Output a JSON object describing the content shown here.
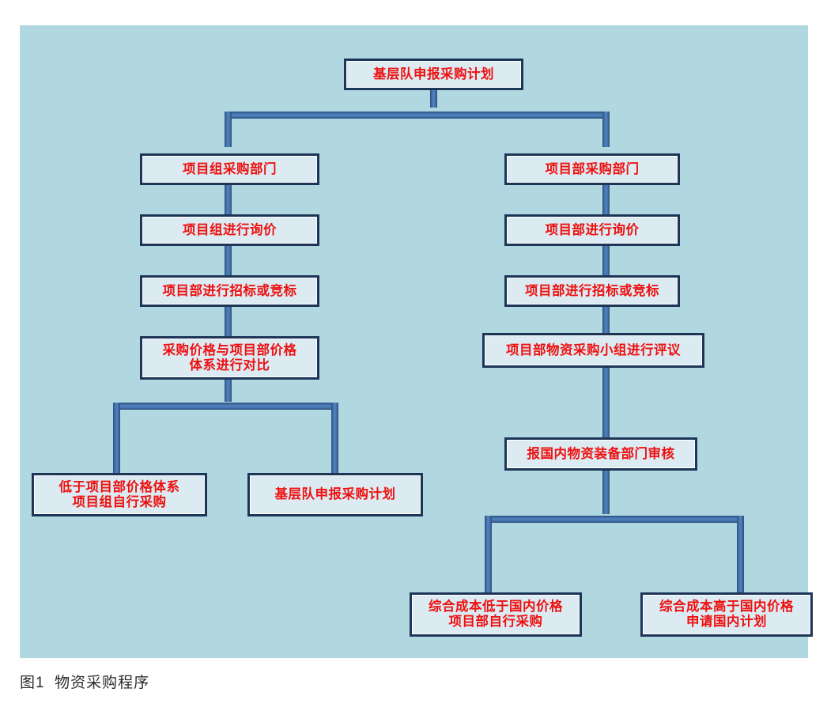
{
  "figure": {
    "caption": "图1  物资采购程序",
    "canvas_bg": "#b1d8e1",
    "node_fill": "#dcebf2",
    "node_border": "#1d3557",
    "node_text_color": "#ee1111",
    "connector_color": "#3f6fad"
  },
  "nodes": {
    "start": {
      "text": "基层队申报采购计划"
    },
    "left": {
      "n1": {
        "text": "项目组采购部门"
      },
      "n2": {
        "text": "项目组进行询价"
      },
      "n3": {
        "text": "项目部进行招标或竞标"
      },
      "n4": {
        "line1": "采购价格与项目部价格",
        "line2": "体系进行对比"
      },
      "out1": {
        "line1": "低于项目部价格体系",
        "line2": "项目组自行采购"
      },
      "out2": {
        "text": "基层队申报采购计划"
      }
    },
    "right": {
      "n1": {
        "text": "项目部采购部门"
      },
      "n2": {
        "text": "项目部进行询价"
      },
      "n3": {
        "text": "项目部进行招标或竞标"
      },
      "n4": {
        "text": "项目部物资采购小组进行评议"
      },
      "n5": {
        "text": "报国内物资装备部门审核"
      },
      "out1": {
        "line1": "综合成本低于国内价格",
        "line2": "项目部自行采购"
      },
      "out2": {
        "line1": "综合成本高于国内价格",
        "line2": "申请国内计划"
      }
    }
  }
}
